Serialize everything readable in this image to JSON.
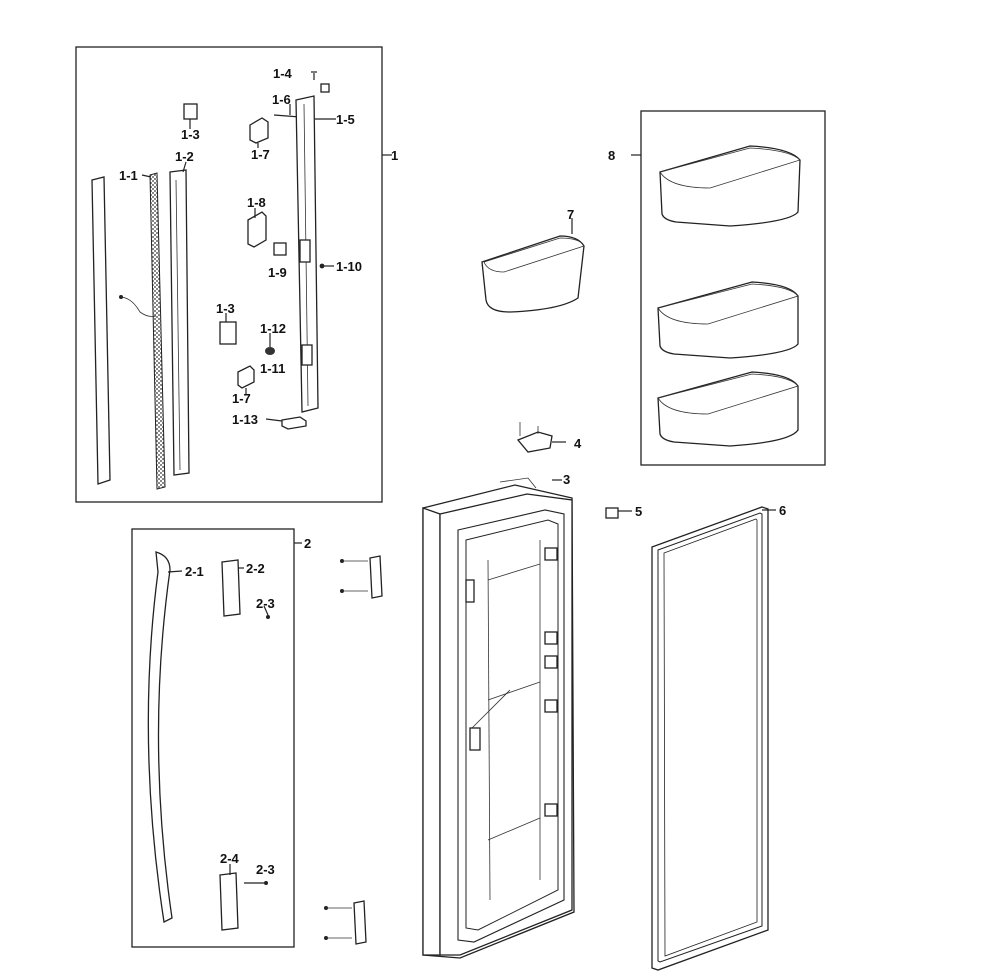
{
  "labels": {
    "l1": "1",
    "l1_1": "1-1",
    "l1_2": "1-2",
    "l1_3a": "1-3",
    "l1_3b": "1-3",
    "l1_4": "1-4",
    "l1_5": "1-5",
    "l1_6": "1-6",
    "l1_7a": "1-7",
    "l1_7b": "1-7",
    "l1_8": "1-8",
    "l1_9": "1-9",
    "l1_10": "1-10",
    "l1_11": "1-11",
    "l1_12": "1-12",
    "l1_13": "1-13",
    "l2": "2",
    "l2_1": "2-1",
    "l2_2": "2-2",
    "l2_3a": "2-3",
    "l2_3b": "2-3",
    "l2_4": "2-4",
    "l3": "3",
    "l4": "4",
    "l5": "5",
    "l6": "6",
    "l7": "7",
    "l8": "8"
  }
}
